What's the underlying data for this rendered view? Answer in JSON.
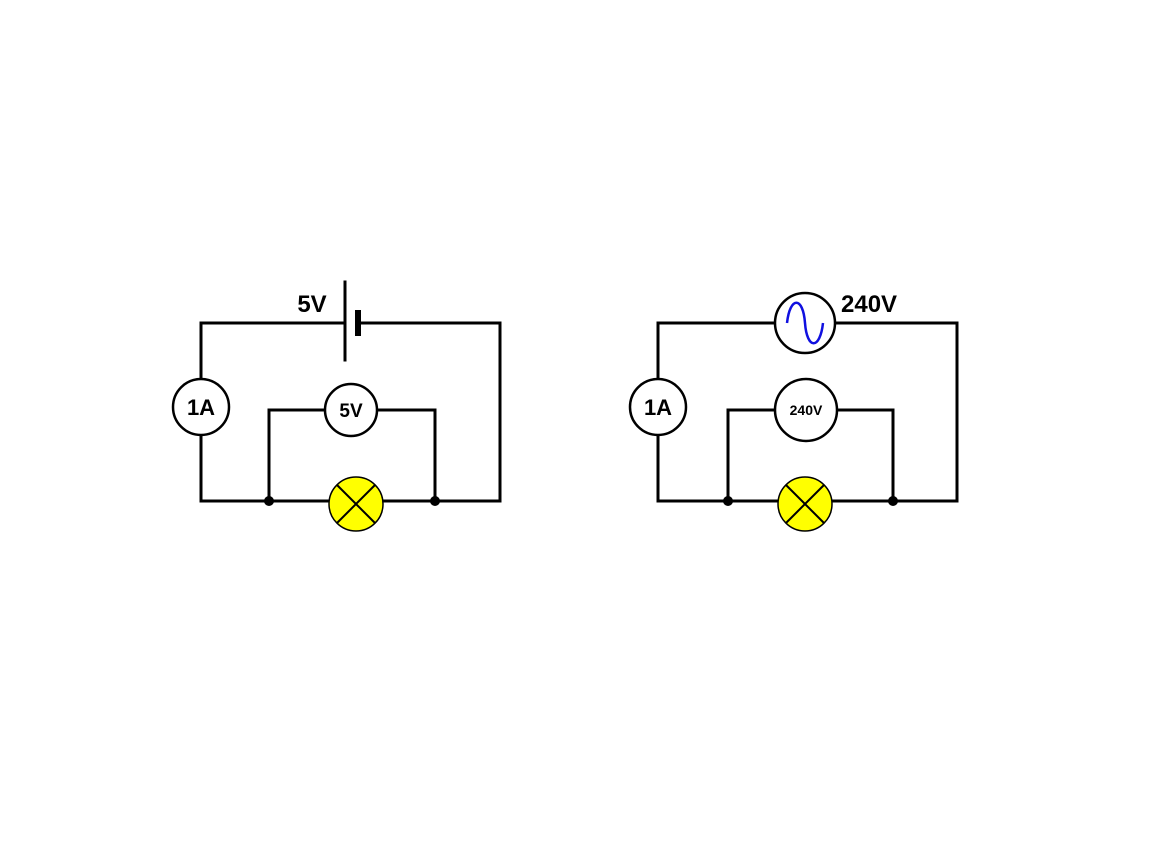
{
  "circuits": [
    {
      "source_type": "dc-cell",
      "source_label": "5V",
      "ammeter_reading": "1A",
      "voltmeter_reading": "5V"
    },
    {
      "source_type": "ac-supply",
      "source_label": "240V",
      "ammeter_reading": "1A",
      "voltmeter_reading": "240V"
    }
  ],
  "colors": {
    "wire": "#000000",
    "lamp_fill": "#ffff00",
    "ac_wave": "#1010e0",
    "meter_fill": "#ffffff"
  }
}
